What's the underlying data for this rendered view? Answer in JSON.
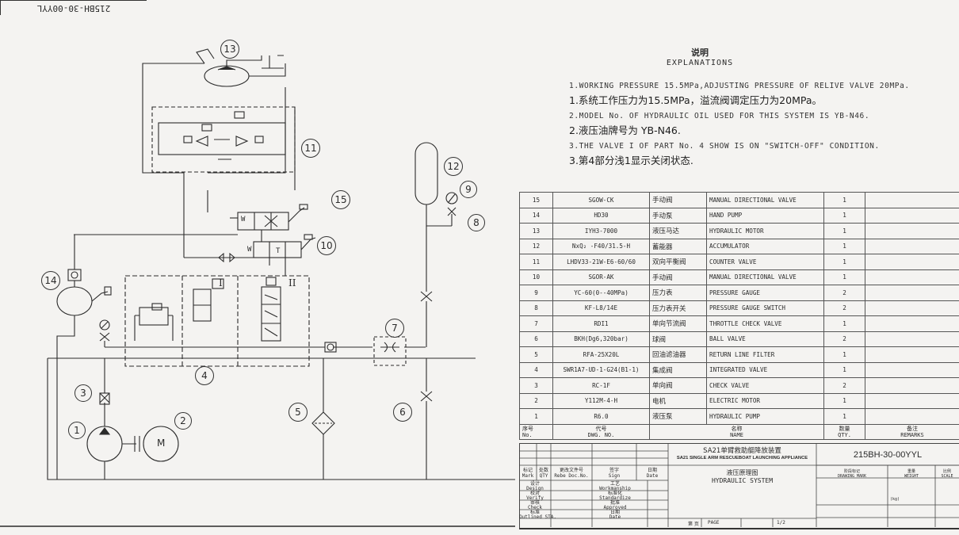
{
  "corner_code": "215BH-30-00YYL",
  "schematic": {
    "callouts": [
      "1",
      "2",
      "3",
      "4",
      "5",
      "6",
      "7",
      "8",
      "9",
      "10",
      "11",
      "12",
      "13",
      "14",
      "15"
    ],
    "valve_labels": {
      "roman_1": "I",
      "roman_2": "II",
      "w": "W",
      "t": "T",
      "motor": "M"
    }
  },
  "explanations": {
    "title_zh": "说明",
    "title_en": "EXPLANATIONS",
    "notes": [
      {
        "en": "1.WORKING PRESSURE 15.5MPa,ADJUSTING PRESSURE OF RELIVE  VALVE 20MPa.",
        "zh": "1.系统工作压力为15.5MPa，溢流阀调定压力为20MPa。"
      },
      {
        "en": "2.MODEL No.  OF HYDRAULIC OIL USED FOR THIS SYSTEM IS YB-N46.",
        "zh": "2.液压油牌号为 YB-N46."
      },
      {
        "en": "3.THE VALVE  I  OF PART No. 4 SHOW IS ON \"SWITCH-OFF\" CONDITION.",
        "zh": "3.第4部分浅1显示关闭状态."
      }
    ]
  },
  "parts_table": {
    "rows": [
      {
        "no": "15",
        "code": "SGOW-CK",
        "zh": "手动阀",
        "name": "MANUAL DIRECTIONAL VALVE",
        "qty": "1",
        "remarks": ""
      },
      {
        "no": "14",
        "code": "HD30",
        "zh": "手动泵",
        "name": "HAND PUMP",
        "qty": "1",
        "remarks": ""
      },
      {
        "no": "13",
        "code": "IYH3-7000",
        "zh": "液压马达",
        "name": "HYDRAULIC MOTOR",
        "qty": "1",
        "remarks": ""
      },
      {
        "no": "12",
        "code": "NxQ₂ -F40/31.5-H",
        "zh": "蓄能器",
        "name": "ACCUMULATOR",
        "qty": "1",
        "remarks": ""
      },
      {
        "no": "11",
        "code": "LHDV33-21W-E6-60/60",
        "zh": "双向平衡阀",
        "name": "COUNTER VALVE",
        "qty": "1",
        "remarks": ""
      },
      {
        "no": "10",
        "code": "SGOR-AK",
        "zh": "手动阀",
        "name": "MANUAL DIRECTIONAL VALVE",
        "qty": "1",
        "remarks": ""
      },
      {
        "no": "9",
        "code": "YC-60(0--40MPa)",
        "zh": "压力表",
        "name": "PRESSURE GAUGE",
        "qty": "2",
        "remarks": ""
      },
      {
        "no": "8",
        "code": "KF-L8/14E",
        "zh": "压力表开关",
        "name": "PRESSURE GAUGE SWITCH",
        "qty": "2",
        "remarks": ""
      },
      {
        "no": "7",
        "code": "RDI1",
        "zh": "单向节流阀",
        "name": "THROTTLE CHECK VALVE",
        "qty": "1",
        "remarks": ""
      },
      {
        "no": "6",
        "code": "BKH(Dg6,320bar)",
        "zh": "球阀",
        "name": "BALL VALVE",
        "qty": "2",
        "remarks": ""
      },
      {
        "no": "5",
        "code": "RFA-25X20L",
        "zh": "回油滤油器",
        "name": "RETURN LINE FILTER",
        "qty": "1",
        "remarks": ""
      },
      {
        "no": "4",
        "code": "SWR1A7-UD-1-G24(B1-1)",
        "zh": "集成阀",
        "name": "INTEGRATED VALVE",
        "qty": "1",
        "remarks": ""
      },
      {
        "no": "3",
        "code": "RC-1F",
        "zh": "单向阀",
        "name": "CHECK VALVE",
        "qty": "2",
        "remarks": ""
      },
      {
        "no": "2",
        "code": "Y112M-4-H",
        "zh": "电机",
        "name": "ELECTRIC MOTOR",
        "qty": "1",
        "remarks": ""
      },
      {
        "no": "1",
        "code": "R6.0",
        "zh": "液压泵",
        "name": "HYDRAULIC PUMP",
        "qty": "1",
        "remarks": ""
      }
    ],
    "header": {
      "no_zh": "序号",
      "no_en": "No.",
      "code_zh": "代号",
      "code_en": "DWG. NO.",
      "name_zh": "名称",
      "name_en": "NAME",
      "qty_zh": "数量",
      "qty_en": "QTY.",
      "remarks_zh": "备注",
      "remarks_en": "REMARKS"
    }
  },
  "title_block": {
    "project_zh": "SA21单臂救助艇降放装置",
    "project_en": "SA21 SINGLE ARM RESCUEBOAT LAUNCHING APPLIANCE",
    "drawing_no": "215BH-30-00YYL",
    "drawing_title_zh": "液压原理图",
    "drawing_title_en": "HYDRAULIC SYSTEM",
    "rev_headers": [
      [
        "标记",
        "Mark"
      ],
      [
        "处数",
        "QTY"
      ],
      [
        "更改文件号",
        "Rebe Doc.No."
      ],
      [
        "签字",
        "Sign"
      ],
      [
        "日期",
        "Date"
      ]
    ],
    "sign_rows": [
      [
        "设计",
        "Design"
      ],
      [
        "校对",
        "Verify"
      ],
      [
        "审核",
        "Check"
      ],
      [
        "标准",
        "Outlined STA."
      ]
    ],
    "sign_rows_right": [
      [
        "工艺",
        "Workmanship"
      ],
      [
        "标准化",
        "Standardize"
      ],
      [
        "批准",
        "Approved"
      ],
      [
        "日期",
        "Date"
      ]
    ],
    "weight_headers": [
      [
        "阶段标记",
        "DRAWING MARK"
      ],
      [
        "重量",
        "WEIGHT"
      ],
      [
        "比例",
        "SCALE"
      ]
    ],
    "weight_unit": "(kg)",
    "page_label_zh": "第 页",
    "page_label_en": "PAGE",
    "page_value": "1/2"
  }
}
